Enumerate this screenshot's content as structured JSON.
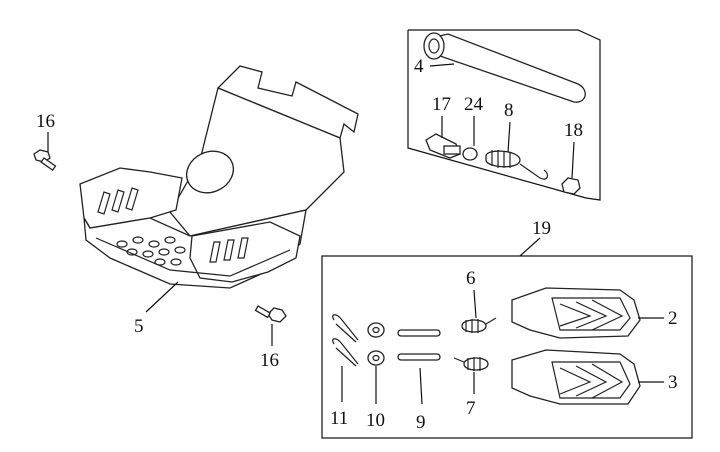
{
  "diagram": {
    "callouts": {
      "c2": "2",
      "c3": "3",
      "c4": "4",
      "c5": "5",
      "c6": "6",
      "c7": "7",
      "c8": "8",
      "c9": "9",
      "c10": "10",
      "c11": "11",
      "c16a": "16",
      "c16b": "16",
      "c17": "17",
      "c18": "18",
      "c19": "19",
      "c24": "24"
    }
  }
}
